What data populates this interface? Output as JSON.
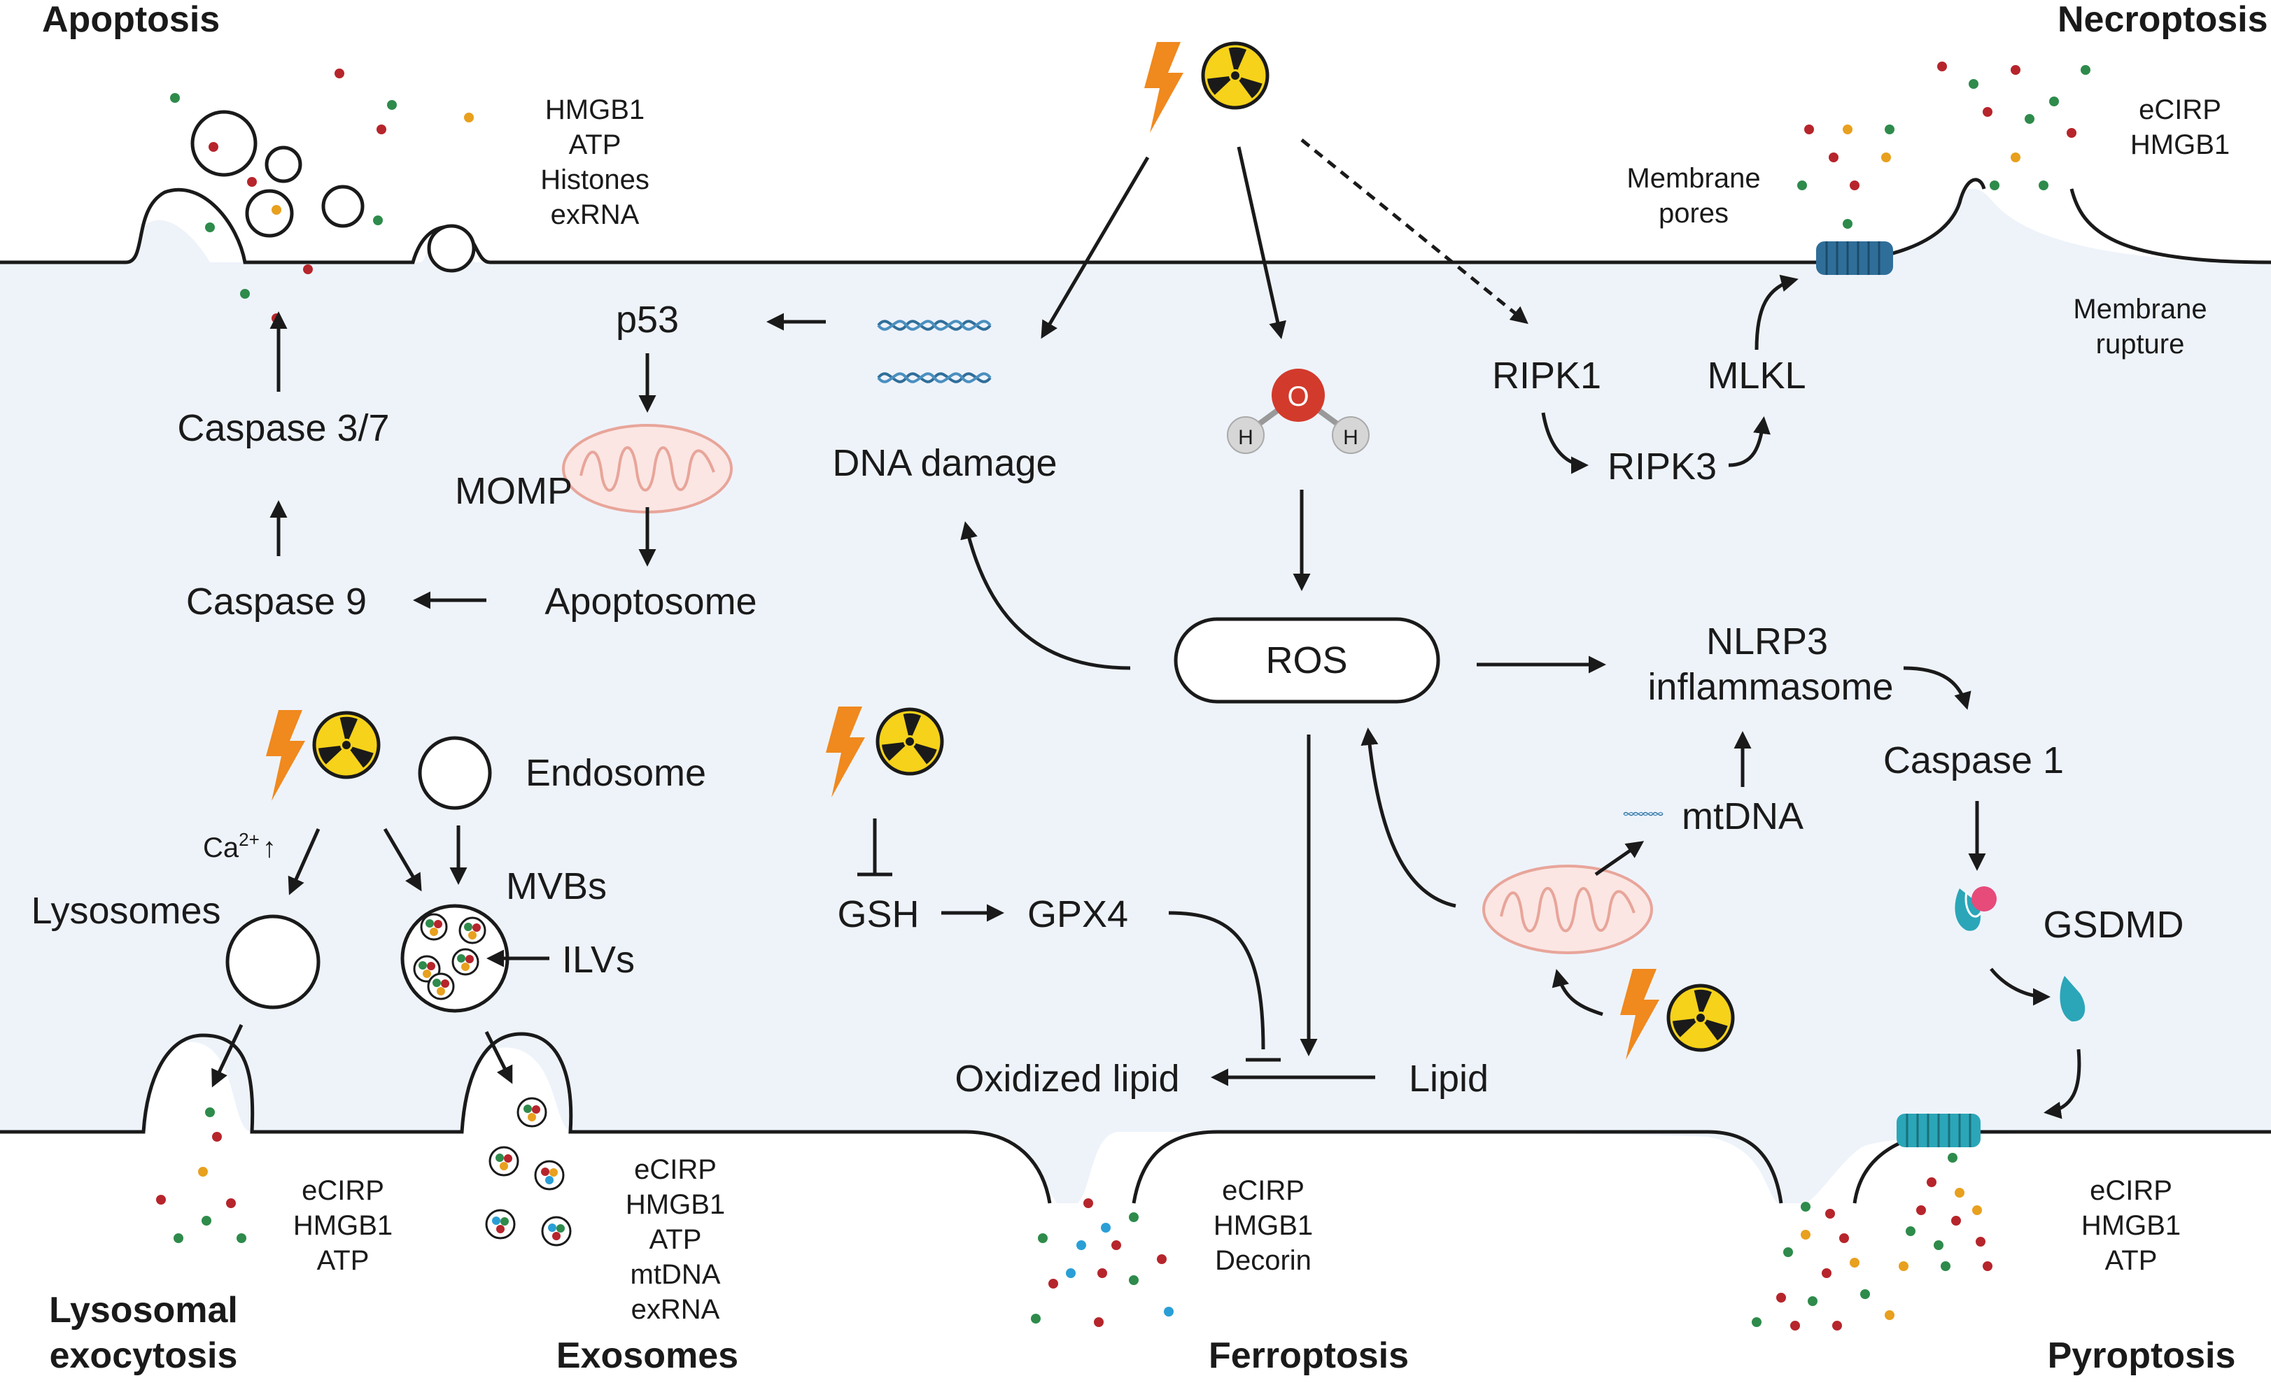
{
  "colors": {
    "cell_fill": "#eef3fa",
    "membrane": "#1a1a1a",
    "lightning": "#f0891e",
    "radiation": "#f6d21a",
    "pore_blue": "#2f6e99",
    "pore_teal": "#2aa6b8",
    "dot_green": "#2e8b4b",
    "dot_red": "#b6252b",
    "dot_orange": "#e8a01e",
    "dot_blue": "#2a9fd6",
    "mito_fill": "#fbe6e3",
    "mito_line": "#e8a59a",
    "water_o": "#d23a2c",
    "water_h": "#d6d6d6"
  },
  "titles": {
    "apoptosis": "Apoptosis",
    "necroptosis": "Necroptosis",
    "lysosomal_1": "Lysosomal",
    "lysosomal_2": "exocytosis",
    "exosomes": "Exosomes",
    "ferroptosis": "Ferroptosis",
    "pyroptosis": "Pyroptosis"
  },
  "release": {
    "apoptosis": [
      "HMGB1",
      "ATP",
      "Histones",
      "exRNA"
    ],
    "necroptosis": [
      "eCIRP",
      "HMGB1"
    ],
    "lysosomal": [
      "eCIRP",
      "HMGB1",
      "ATP"
    ],
    "exosomes": [
      "eCIRP",
      "HMGB1",
      "ATP",
      "mtDNA",
      "exRNA"
    ],
    "ferroptosis": [
      "eCIRP",
      "HMGB1",
      "Decorin"
    ],
    "pyroptosis": [
      "eCIRP",
      "HMGB1",
      "ATP"
    ]
  },
  "nodes": {
    "p53": "p53",
    "momp": "MOMP",
    "apoptosome": "Apoptosome",
    "caspase9": "Caspase 9",
    "caspase37": "Caspase 3/7",
    "dna_damage": "DNA damage",
    "ros": "ROS",
    "ripk1": "RIPK1",
    "ripk3": "RIPK3",
    "mlkl": "MLKL",
    "membrane_pores_1": "Membrane",
    "membrane_pores_2": "pores",
    "membrane_rupture_1": "Membrane",
    "membrane_rupture_2": "rupture",
    "nlrp3_1": "NLRP3",
    "nlrp3_2": "inflammasome",
    "caspase1": "Caspase 1",
    "gsdmd": "GSDMD",
    "mtdna": "mtDNA",
    "gsh": "GSH",
    "gpx4": "GPX4",
    "oxidized_lipid": "Oxidized lipid",
    "lipid": "Lipid",
    "endosome": "Endosome",
    "mvbs": "MVBs",
    "ilvs": "ILVs",
    "lysosomes": "Lysosomes",
    "ca": "Ca",
    "ca_sup": "2+",
    "ca_arrow": "↑",
    "water_o": "O",
    "water_h": "H"
  },
  "icons": {
    "lightning": "lightning-icon",
    "radiation": "radiation-icon",
    "dna": "dna-icon",
    "water": "water-molecule-icon",
    "mitochondrion": "mitochondrion-icon",
    "pore": "membrane-pore-icon",
    "gasdermin": "gasdermin-icon"
  }
}
